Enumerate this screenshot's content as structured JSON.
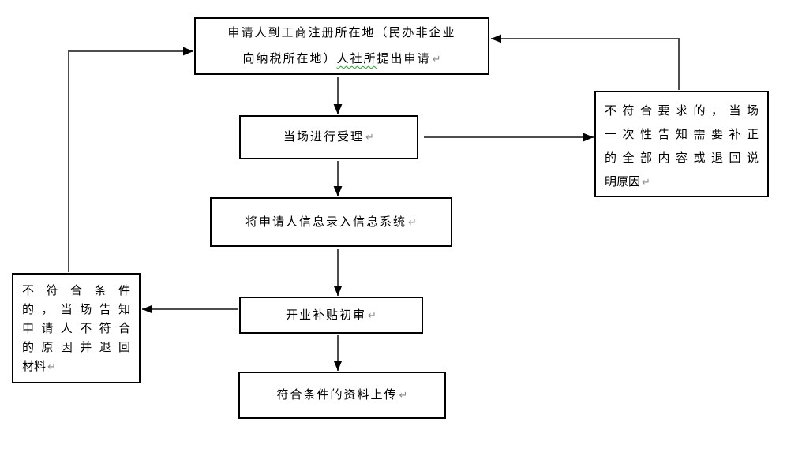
{
  "flowchart": {
    "nodes": {
      "apply": {
        "line1": "申请人到工商注册所在地（民办非企业",
        "line2_pre": "向纳税所在地）",
        "line2_spellcheck": "人社所",
        "line2_post": "提出申请",
        "mark": "↵"
      },
      "accept": {
        "label": "当场进行受理",
        "mark": "↵"
      },
      "notify_right": {
        "line1": "不符合要求的，当场",
        "line2": "一次性告知需要补正",
        "line3": "的全部内容或退回说",
        "line4": "明原因",
        "mark": "↵"
      },
      "input": {
        "label": "将申请人信息录入信息系统",
        "mark": "↵"
      },
      "review": {
        "label": "开业补贴初审",
        "mark": "↵"
      },
      "notify_left": {
        "line1": "不符合条件",
        "line2": "的，当场告知",
        "line3": "申请人不符合",
        "line4": "的原因并退回",
        "line5": "材料",
        "mark": "↵"
      },
      "upload": {
        "label": "符合条件的资料上传",
        "mark": "↵"
      }
    },
    "colors": {
      "background": "#ffffff",
      "box_border": "#000000",
      "text": "#000000",
      "connector_line": "#4d4d4d",
      "arrowhead": "#000000",
      "paragraph_mark": "#8a8a8a",
      "spellcheck_underline": "#1fa71f"
    }
  }
}
